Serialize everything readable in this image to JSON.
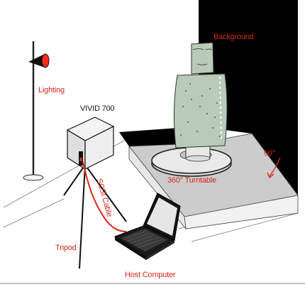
{
  "labels": {
    "background": "Background",
    "lighting": "Lighting",
    "scanner": "VIVID 700",
    "angle": "90°",
    "turntable": "360° Turntable",
    "cable": "SCSI Cable",
    "tripod": "Tripod",
    "host": "Host Computer"
  },
  "colors": {
    "label_red": "#d42a1a",
    "backdrop": "#000000",
    "platform_top": "#c9c9c9",
    "platform_side": "#efefef",
    "floor_line": "#777777",
    "lamp_red": "#ff2a1a",
    "cable_red": "#e0291c",
    "figure_fill": "#b9cab9",
    "laptop_screen": "#e6e6e6"
  },
  "icons": {
    "lamp": "spotlight-icon",
    "scanner": "scanner-box-icon",
    "turntable": "turntable-icon",
    "laptop": "laptop-icon",
    "tripod": "tripod-icon",
    "statue": "statue-figure-icon"
  }
}
